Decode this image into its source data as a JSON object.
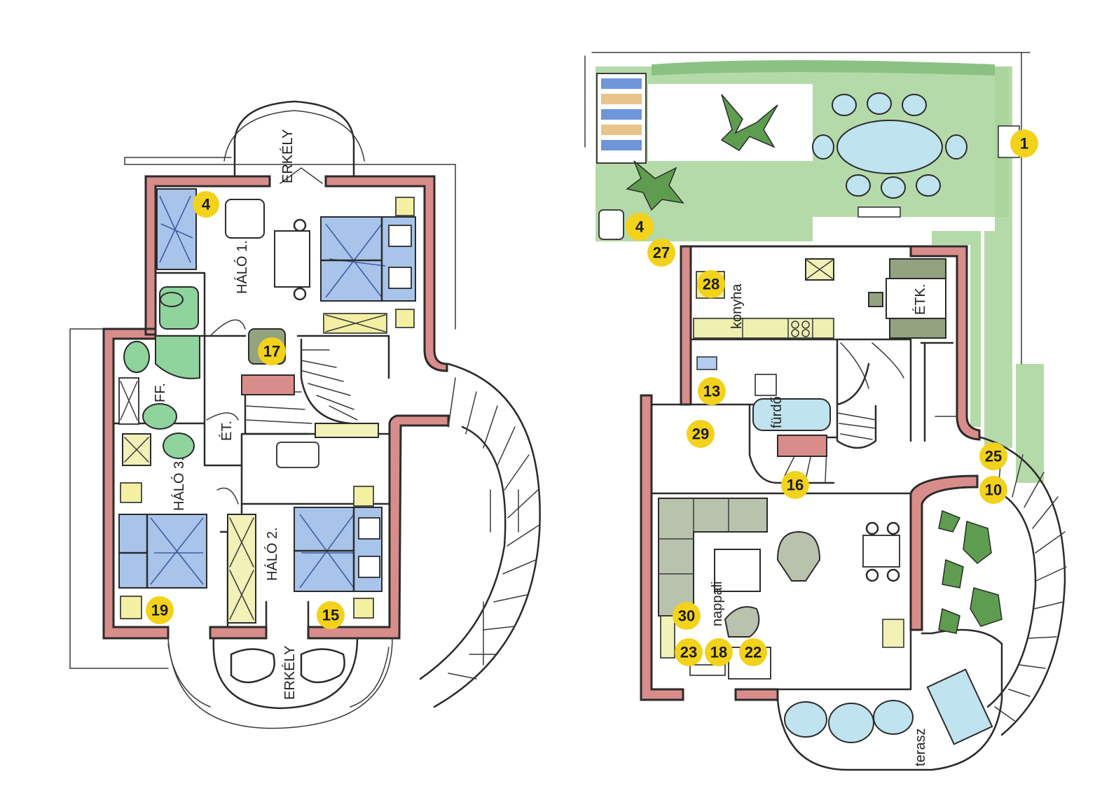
{
  "upper_floor": {
    "room_labels": {
      "bedroom_1": "HÁLÓ 1.",
      "bedroom_2": "HÁLÓ 2.",
      "bedroom_3": "HÁLÓ 3.",
      "stairwell": "ÉT.",
      "bathroom": "FF.",
      "bay_top": "ERKÉLY",
      "bay_bottom": "ERKÉLY"
    },
    "markers": [
      "4",
      "17",
      "19",
      "15"
    ]
  },
  "ground_floor": {
    "room_labels": {
      "kitchen": "konyha",
      "dining": "ÉTK.",
      "bath": "fürdő",
      "living": "nappali",
      "terrace": "terasz"
    },
    "markers": [
      "1",
      "4",
      "27",
      "28",
      "13",
      "29",
      "16",
      "25",
      "10",
      "30",
      "23",
      "18",
      "22"
    ]
  },
  "colors": {
    "marker": "#f2d21b",
    "wall": "#d98d8a",
    "bed": "#a9c4ea",
    "lawn": "#a8d39a",
    "water": "#bfe3ef"
  }
}
